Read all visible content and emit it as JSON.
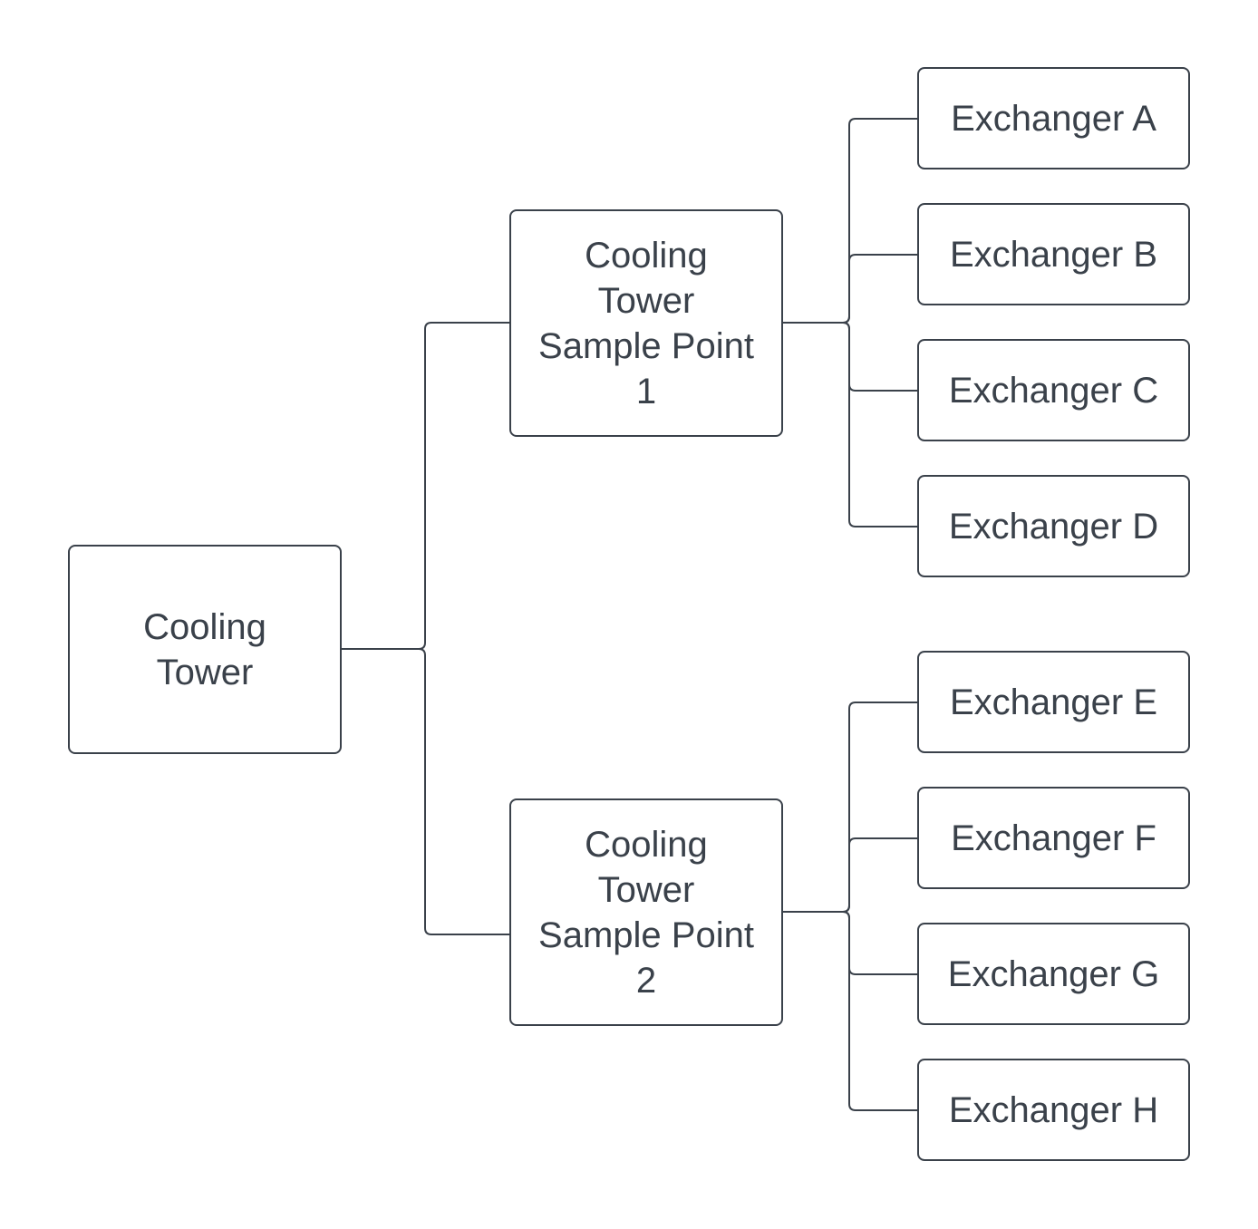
{
  "diagram": {
    "root": {
      "label": "Cooling\nTower"
    },
    "sample_points": [
      {
        "label": "Cooling\nTower\nSample Point\n1",
        "exchangers": [
          "Exchanger A",
          "Exchanger B",
          "Exchanger C",
          "Exchanger D"
        ]
      },
      {
        "label": "Cooling\nTower\nSample Point\n2",
        "exchangers": [
          "Exchanger E",
          "Exchanger F",
          "Exchanger G",
          "Exchanger H"
        ]
      }
    ],
    "colors": {
      "stroke": "#3a414a",
      "text": "#3a414a",
      "background": "#ffffff"
    }
  }
}
